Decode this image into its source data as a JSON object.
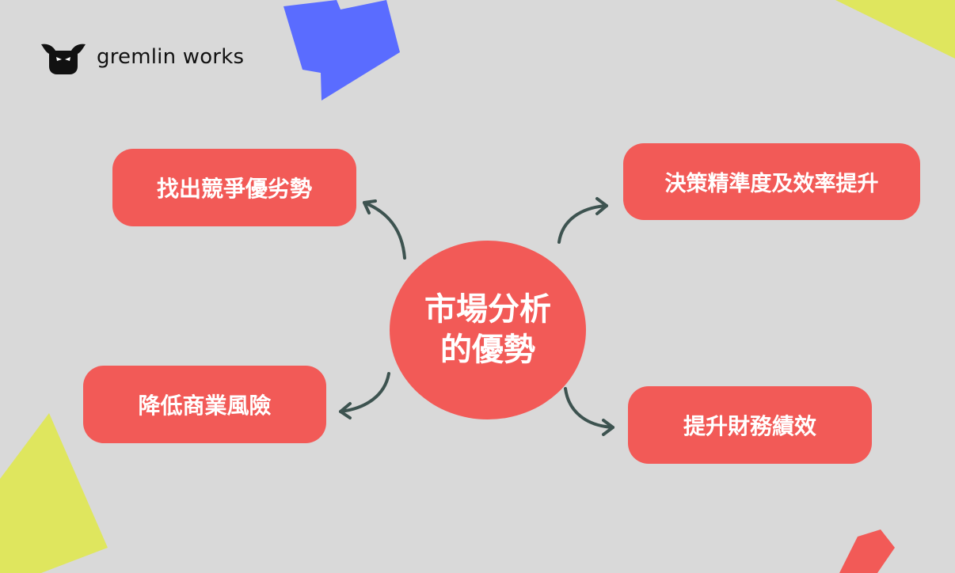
{
  "logo": {
    "text": "gremlin works",
    "icon": "gremlin-head-icon"
  },
  "center": {
    "label": "市場分析\n的優勢"
  },
  "nodes": {
    "top_left": {
      "label": "找出競爭優劣勢"
    },
    "top_right": {
      "label": "決策精準度及效率提升"
    },
    "bottom_left": {
      "label": "降低商業風險"
    },
    "bottom_right": {
      "label": "提升財務績效"
    }
  },
  "colors": {
    "background": "#d9d9d9",
    "accent_red": "#f25a57",
    "blue": "#5a6cff",
    "yellow": "#dfe65e",
    "arrow": "#3d5350"
  }
}
